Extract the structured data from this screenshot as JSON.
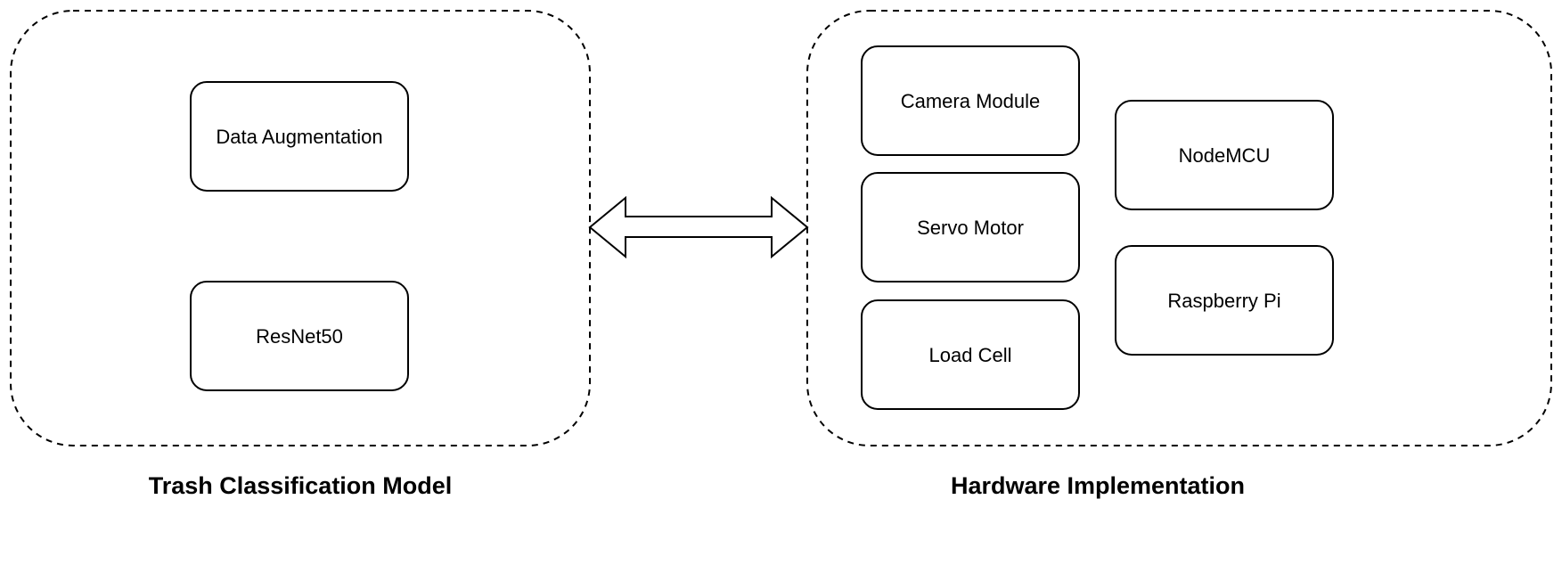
{
  "groups": {
    "model": {
      "label": "Trash Classification Model",
      "boxes": [
        "Data Augmentation",
        "ResNet50"
      ]
    },
    "hardware": {
      "label": "Hardware Implementation",
      "boxes": [
        "Camera Module",
        "Servo Motor",
        "Load Cell",
        "NodeMCU",
        "Raspberry Pi"
      ]
    }
  },
  "connector": {
    "type": "bidirectional-arrow",
    "from": "Trash Classification Model",
    "to": "Hardware Implementation"
  }
}
